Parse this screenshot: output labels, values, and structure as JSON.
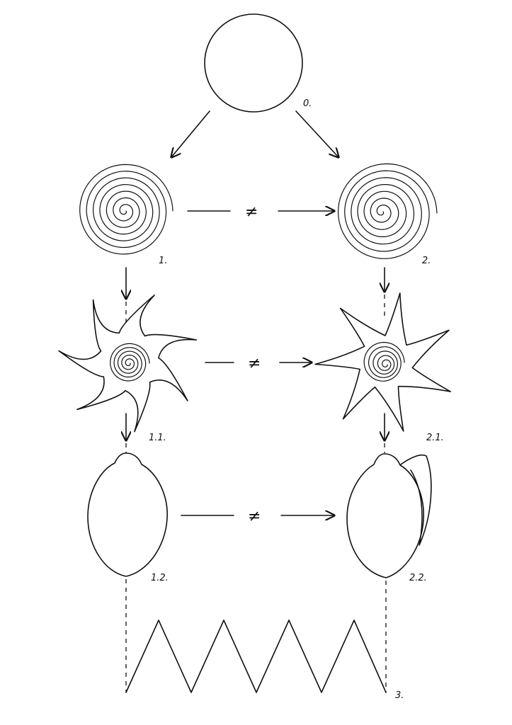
{
  "labels": {
    "l0": "0.",
    "l1": "1.",
    "l2": "2.",
    "l11": "1.1.",
    "l21": "2.1.",
    "l12": "1.2.",
    "l22": "2.2.",
    "l3": "3."
  },
  "relations": {
    "row1": "≠",
    "row2": "≠",
    "row3": "≠"
  }
}
